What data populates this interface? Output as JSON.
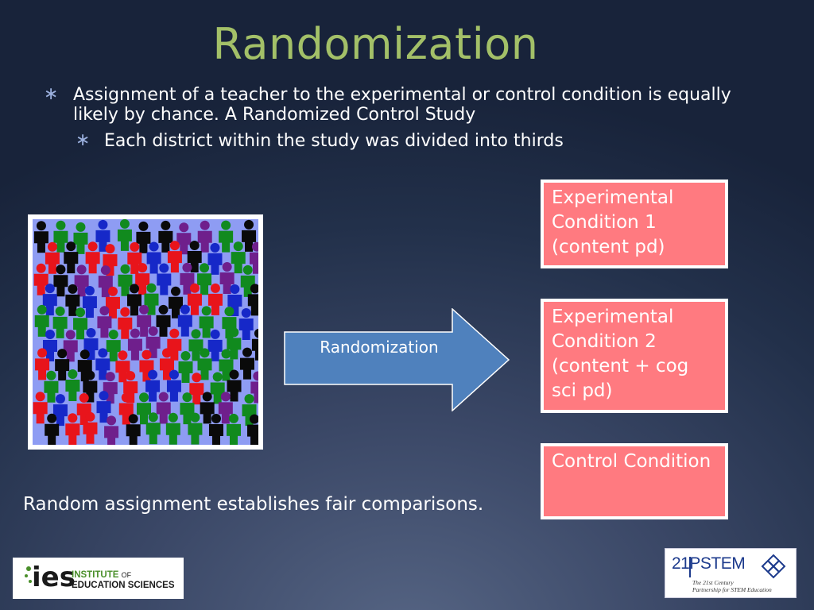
{
  "slide": {
    "title": "Randomization",
    "bullets": [
      "Assignment of a teacher to the experimental or control condition is equally likely by chance. A Randomized Control Study",
      "Each district within the study was divided into thirds"
    ],
    "bullet_symbol": "∗",
    "arrow_label": "Randomization",
    "conditions": [
      "Experimental Condition 1 (content pd)",
      "Experimental Condition 2 (content + cog sci pd)",
      "Control Condition"
    ],
    "footnote": "Random assignment establishes fair comparisons.",
    "logos": {
      "ies_mark": "ies",
      "ies_line1a": "INSTITUTE",
      "ies_line1b": "OF",
      "ies_line2": "EDUCATION SCIENCES",
      "stem_name": "21PSTEM",
      "stem_tag1": "The 21st Century",
      "stem_tag2": "Partnership for STEM Education"
    }
  },
  "colors": {
    "title": "#a3c068",
    "condition_fill": "#ff7a80",
    "arrow_fill": "#4f81bd",
    "people_bg": "#8e9cf3",
    "people": [
      "#0a0a0a",
      "#e8141b",
      "#118a1e",
      "#1628c8",
      "#6f1f8c"
    ]
  }
}
